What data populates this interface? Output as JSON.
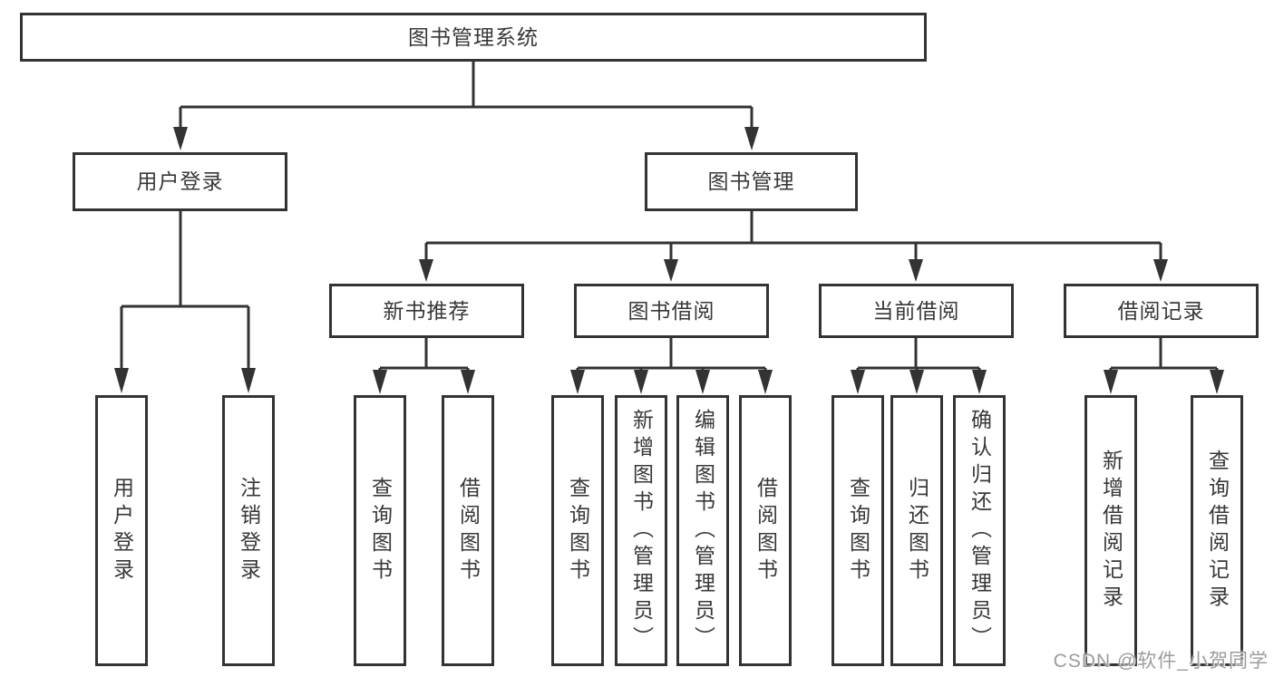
{
  "diagram_title": "图书管理系统",
  "nodes": {
    "root": {
      "label": "图书管理系统"
    },
    "user_login": {
      "label": "用户登录"
    },
    "book_mgmt": {
      "label": "图书管理"
    },
    "new_book_rec": {
      "label": "新书推荐"
    },
    "book_borrow": {
      "label": "图书借阅"
    },
    "current_borrow": {
      "label": "当前借阅"
    },
    "borrow_records": {
      "label": "借阅记录"
    },
    "leaf_user_login": {
      "label": "用户登录"
    },
    "leaf_logout": {
      "label": "注销登录"
    },
    "leaf_query_book_1": {
      "label": "查询图书"
    },
    "leaf_borrow_book_1": {
      "label": "借阅图书"
    },
    "leaf_query_book_2": {
      "label": "查询图书"
    },
    "leaf_add_book": {
      "label": "新增图书（管理员）"
    },
    "leaf_edit_book": {
      "label": "编辑图书（管理员）"
    },
    "leaf_borrow_book_2": {
      "label": "借阅图书"
    },
    "leaf_query_book_3": {
      "label": "查询图书"
    },
    "leaf_return_book": {
      "label": "归还图书"
    },
    "leaf_confirm_return": {
      "label": "确认归还（管理员）"
    },
    "leaf_add_record": {
      "label": "新增借阅记录"
    },
    "leaf_query_record": {
      "label": "查询借阅记录"
    }
  },
  "hierarchy": {
    "图书管理系统": {
      "用户登录": [
        "用户登录",
        "注销登录"
      ],
      "图书管理": {
        "新书推荐": [
          "查询图书",
          "借阅图书"
        ],
        "图书借阅": [
          "查询图书",
          "新增图书（管理员）",
          "编辑图书（管理员）",
          "借阅图书"
        ],
        "当前借阅": [
          "查询图书",
          "归还图书",
          "确认归还（管理员）"
        ],
        "借阅记录": [
          "新增借阅记录",
          "查询借阅记录"
        ]
      }
    }
  },
  "watermark": "CSDN @软件_小贺同学",
  "colors": {
    "background": "#ffffff",
    "box_border": "#333333",
    "connector": "#333333",
    "text": "#383838",
    "watermark": "#9c9c9c"
  }
}
